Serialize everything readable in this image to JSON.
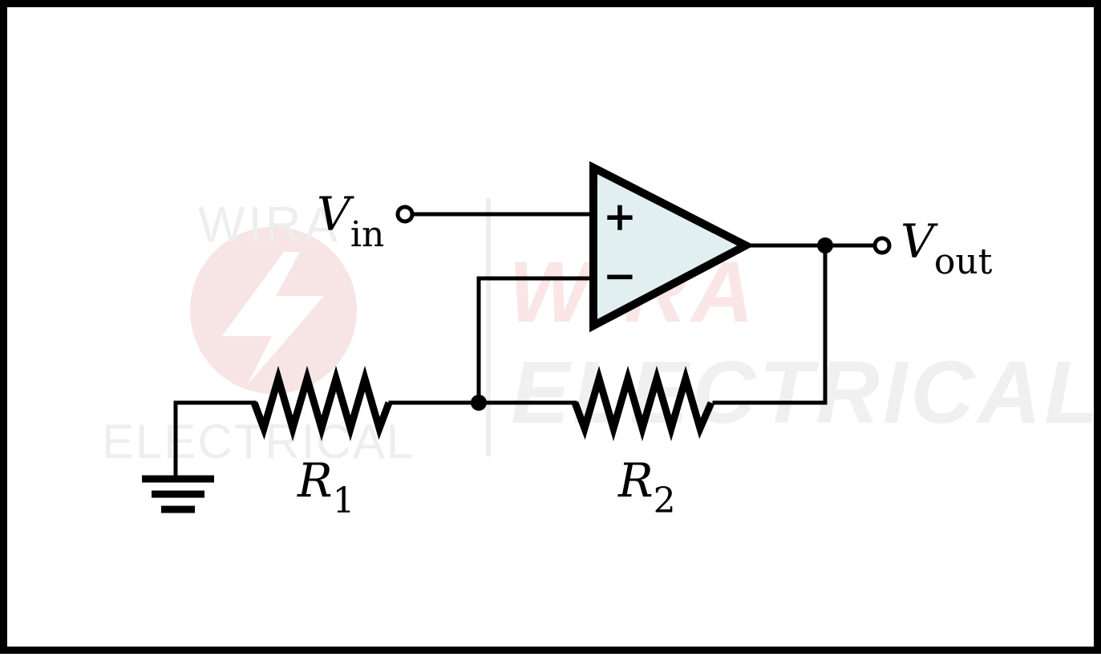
{
  "diagram": {
    "input_label": {
      "main": "V",
      "sub": "in"
    },
    "output_label": {
      "main": "V",
      "sub": "out"
    },
    "opamp": {
      "plus_symbol": "+",
      "minus_symbol": "−",
      "fill": "#e2eff1"
    },
    "resistors": [
      {
        "main": "R",
        "sub": "1"
      },
      {
        "main": "R",
        "sub": "2"
      }
    ],
    "wire_color": "#000000"
  },
  "watermark": {
    "small_top": "WIRA",
    "small_bottom": "ELECTRICAL",
    "large_top": "WIRA",
    "large_bottom": "ELECTRICAL",
    "accent_color": "#f6dede",
    "gray_color": "#eeeeee"
  }
}
